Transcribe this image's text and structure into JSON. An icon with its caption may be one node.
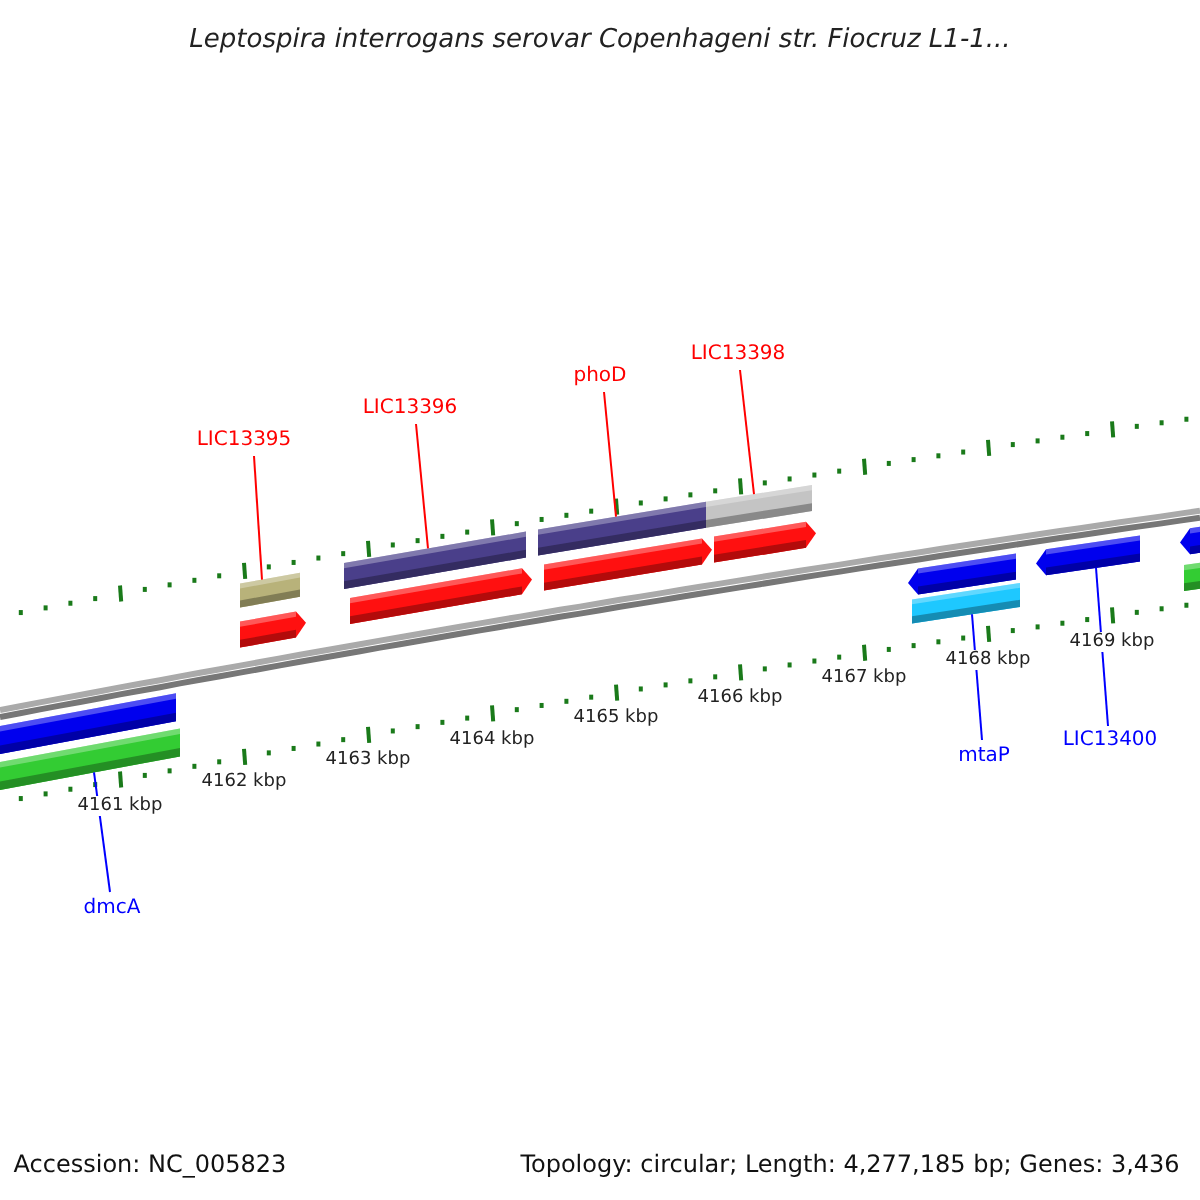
{
  "diagram": {
    "title": "Leptospira interrogans serovar Copenhageni str. Fiocruz L1-1...",
    "nodes": [
      {
        "text": [
          "LIC13395"
        ]
      },
      {
        "text": [],
        "shape": "bar"
      },
      {
        "text": [],
        "shape": "arrow"
      },
      {
        "text": [
          "LIC13396"
        ]
      },
      {
        "text": [],
        "shape": "bar"
      },
      {
        "text": [],
        "shape": "arrow"
      },
      {
        "text": [
          "phoD"
        ]
      },
      {
        "text": [],
        "shape": "bar"
      },
      {
        "text": [],
        "shape": "arrow"
      },
      {
        "text": [
          "LIC13398"
        ]
      },
      {
        "text": [],
        "shape": "bar"
      },
      {
        "text": [],
        "shape": "arrow"
      },
      {
        "text": [],
        "shape": "bar"
      },
      {
        "text": [],
        "shape": "bar"
      },
      {
        "text": [
          "dmcA"
        ]
      },
      {
        "text": [],
        "shape": "arrow"
      },
      {
        "text": [],
        "shape": "bar"
      },
      {
        "text": [
          "mtaP"
        ]
      },
      {
        "text": [],
        "shape": "arrow"
      },
      {
        "text": [
          "LIC13400"
        ]
      },
      {
        "text": [],
        "shape": "arrow"
      },
      {
        "text": [],
        "shape": "bar"
      }
    ],
    "edges": [
      {
        "from": 0,
        "to": 1,
        "arrow": "none"
      },
      {
        "from": 3,
        "to": 4,
        "arrow": "none"
      },
      {
        "from": 6,
        "to": 7,
        "arrow": "none"
      },
      {
        "from": 9,
        "to": 10,
        "arrow": "none"
      },
      {
        "from": 17,
        "to": 16,
        "arrow": "none",
        "color": "#0000ff"
      },
      {
        "from": 19,
        "to": 18,
        "arrow": "none",
        "color": "#0000ff"
      },
      {
        "from": 14,
        "to": 13,
        "arrow": "none",
        "color": "#0000ff"
      }
    ],
    "labels": [
      "4161 kbp",
      "4162 kbp",
      "4163 kbp",
      "4164 kbp",
      "4165 kbp",
      "4166 kbp",
      "4167 kbp",
      "4168 kbp",
      "4169 kbp",
      "Accession: NC_005823",
      "Topology: circular; Length: 4,277,185 bp; Genes: 3,436"
    ]
  }
}
